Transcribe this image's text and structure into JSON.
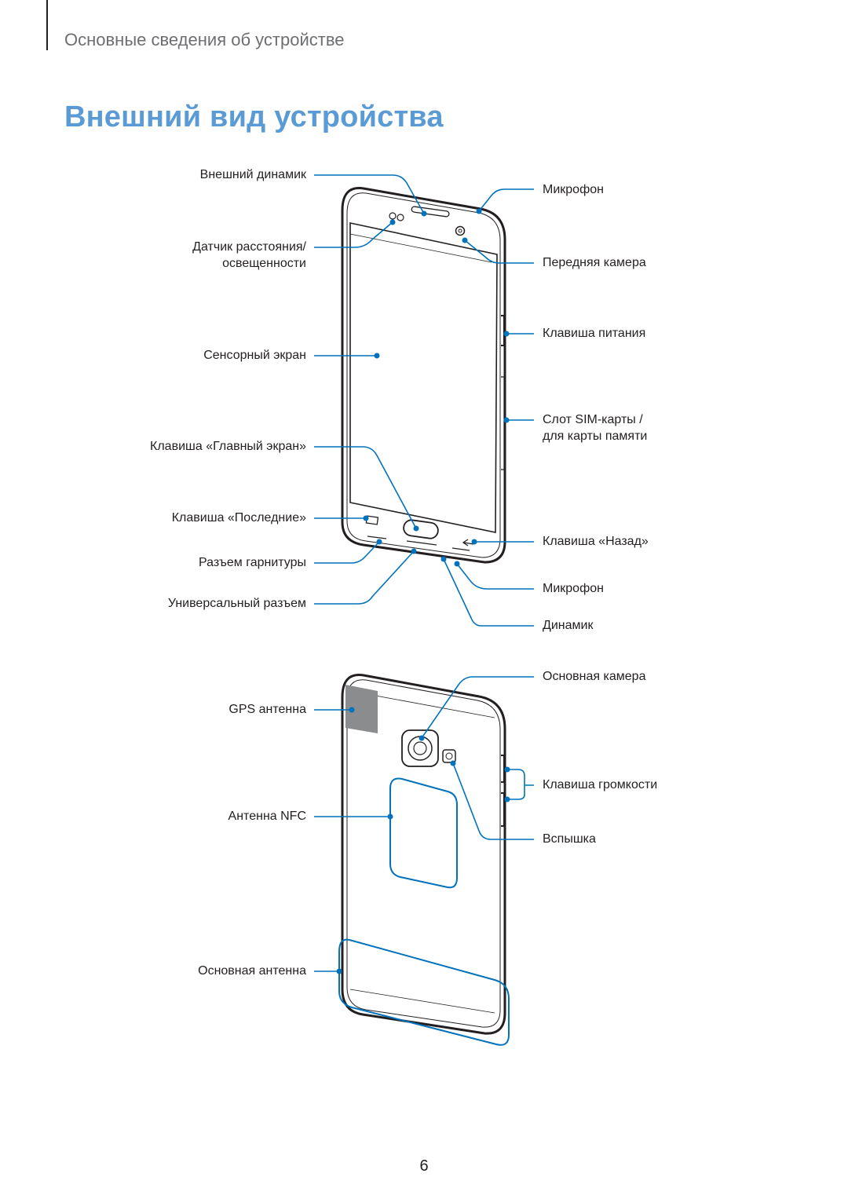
{
  "header": {
    "section": "Основные сведения об устройстве"
  },
  "title": "Внешний вид устройства",
  "accent_color": "#5b9bd5",
  "callout_color": "#0072bc",
  "front_labels": {
    "earpiece": "Внешний динамик",
    "proximity_1": "Датчик расстояния/",
    "proximity_2": "освещенности",
    "touchscreen": "Сенсорный экран",
    "home_key": "Клавиша «Главный экран»",
    "recents_key": "Клавиша «Последние»",
    "headset_jack": "Разъем гарнитуры",
    "usb_port": "Универсальный разъем",
    "mic_top": "Микрофон",
    "front_camera": "Передняя камера",
    "power_key": "Клавиша питания",
    "sim_slot_1": "Слот SIM-карты /",
    "sim_slot_2": "для карты памяти",
    "back_key": "Клавиша «Назад»",
    "mic_bottom": "Микрофон",
    "speaker": "Динамик"
  },
  "back_labels": {
    "gps_antenna": "GPS антенна",
    "nfc_antenna": "Антенна NFC",
    "main_antenna": "Основная антенна",
    "rear_camera": "Основная камера",
    "volume_key": "Клавиша громкости",
    "flash": "Вспышка"
  },
  "page_number": "6"
}
